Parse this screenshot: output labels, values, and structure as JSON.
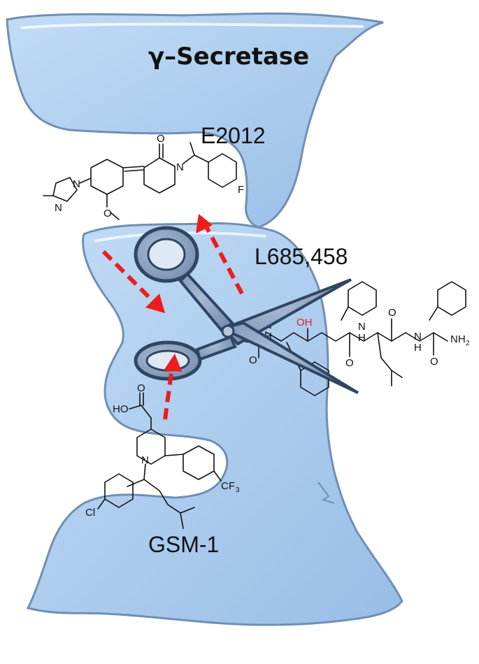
{
  "diagram": {
    "title": "γ–Secretase",
    "labels": {
      "top_compound": "E2012",
      "right_compound": "L685,458",
      "bottom_compound": "GSM-1"
    },
    "atoms": {
      "e2012_O": "O",
      "e2012_N": "N",
      "e2012_F": "F",
      "e2012_imid_N1": "N",
      "e2012_imid_N2": "N",
      "e2012_methoxy_O": "O",
      "l685_OH": "OH",
      "l685_N1": "N",
      "l685_H1": "H",
      "l685_N2": "N",
      "l685_H2": "H",
      "l685_N3": "N",
      "l685_H3": "H",
      "l685_O1": "O",
      "l685_O2": "O",
      "l685_O3": "O",
      "l685_O4": "O",
      "l685_O5": "O",
      "l685_NH2": "NH",
      "l685_NH2_sub": "2",
      "gsm_HO": "HO",
      "gsm_O": "O",
      "gsm_N": "N",
      "gsm_Cl": "Cl",
      "gsm_CF": "CF",
      "gsm_CF_sub": "3"
    },
    "colors": {
      "membrane": "#a9cbee",
      "membrane_edge": "#6f8fb4",
      "arrow": "#ee1c1c",
      "scissors": "#8ea6c4",
      "scissors_edge": "#2f4562"
    },
    "icons": [
      "scissors-icon"
    ]
  }
}
